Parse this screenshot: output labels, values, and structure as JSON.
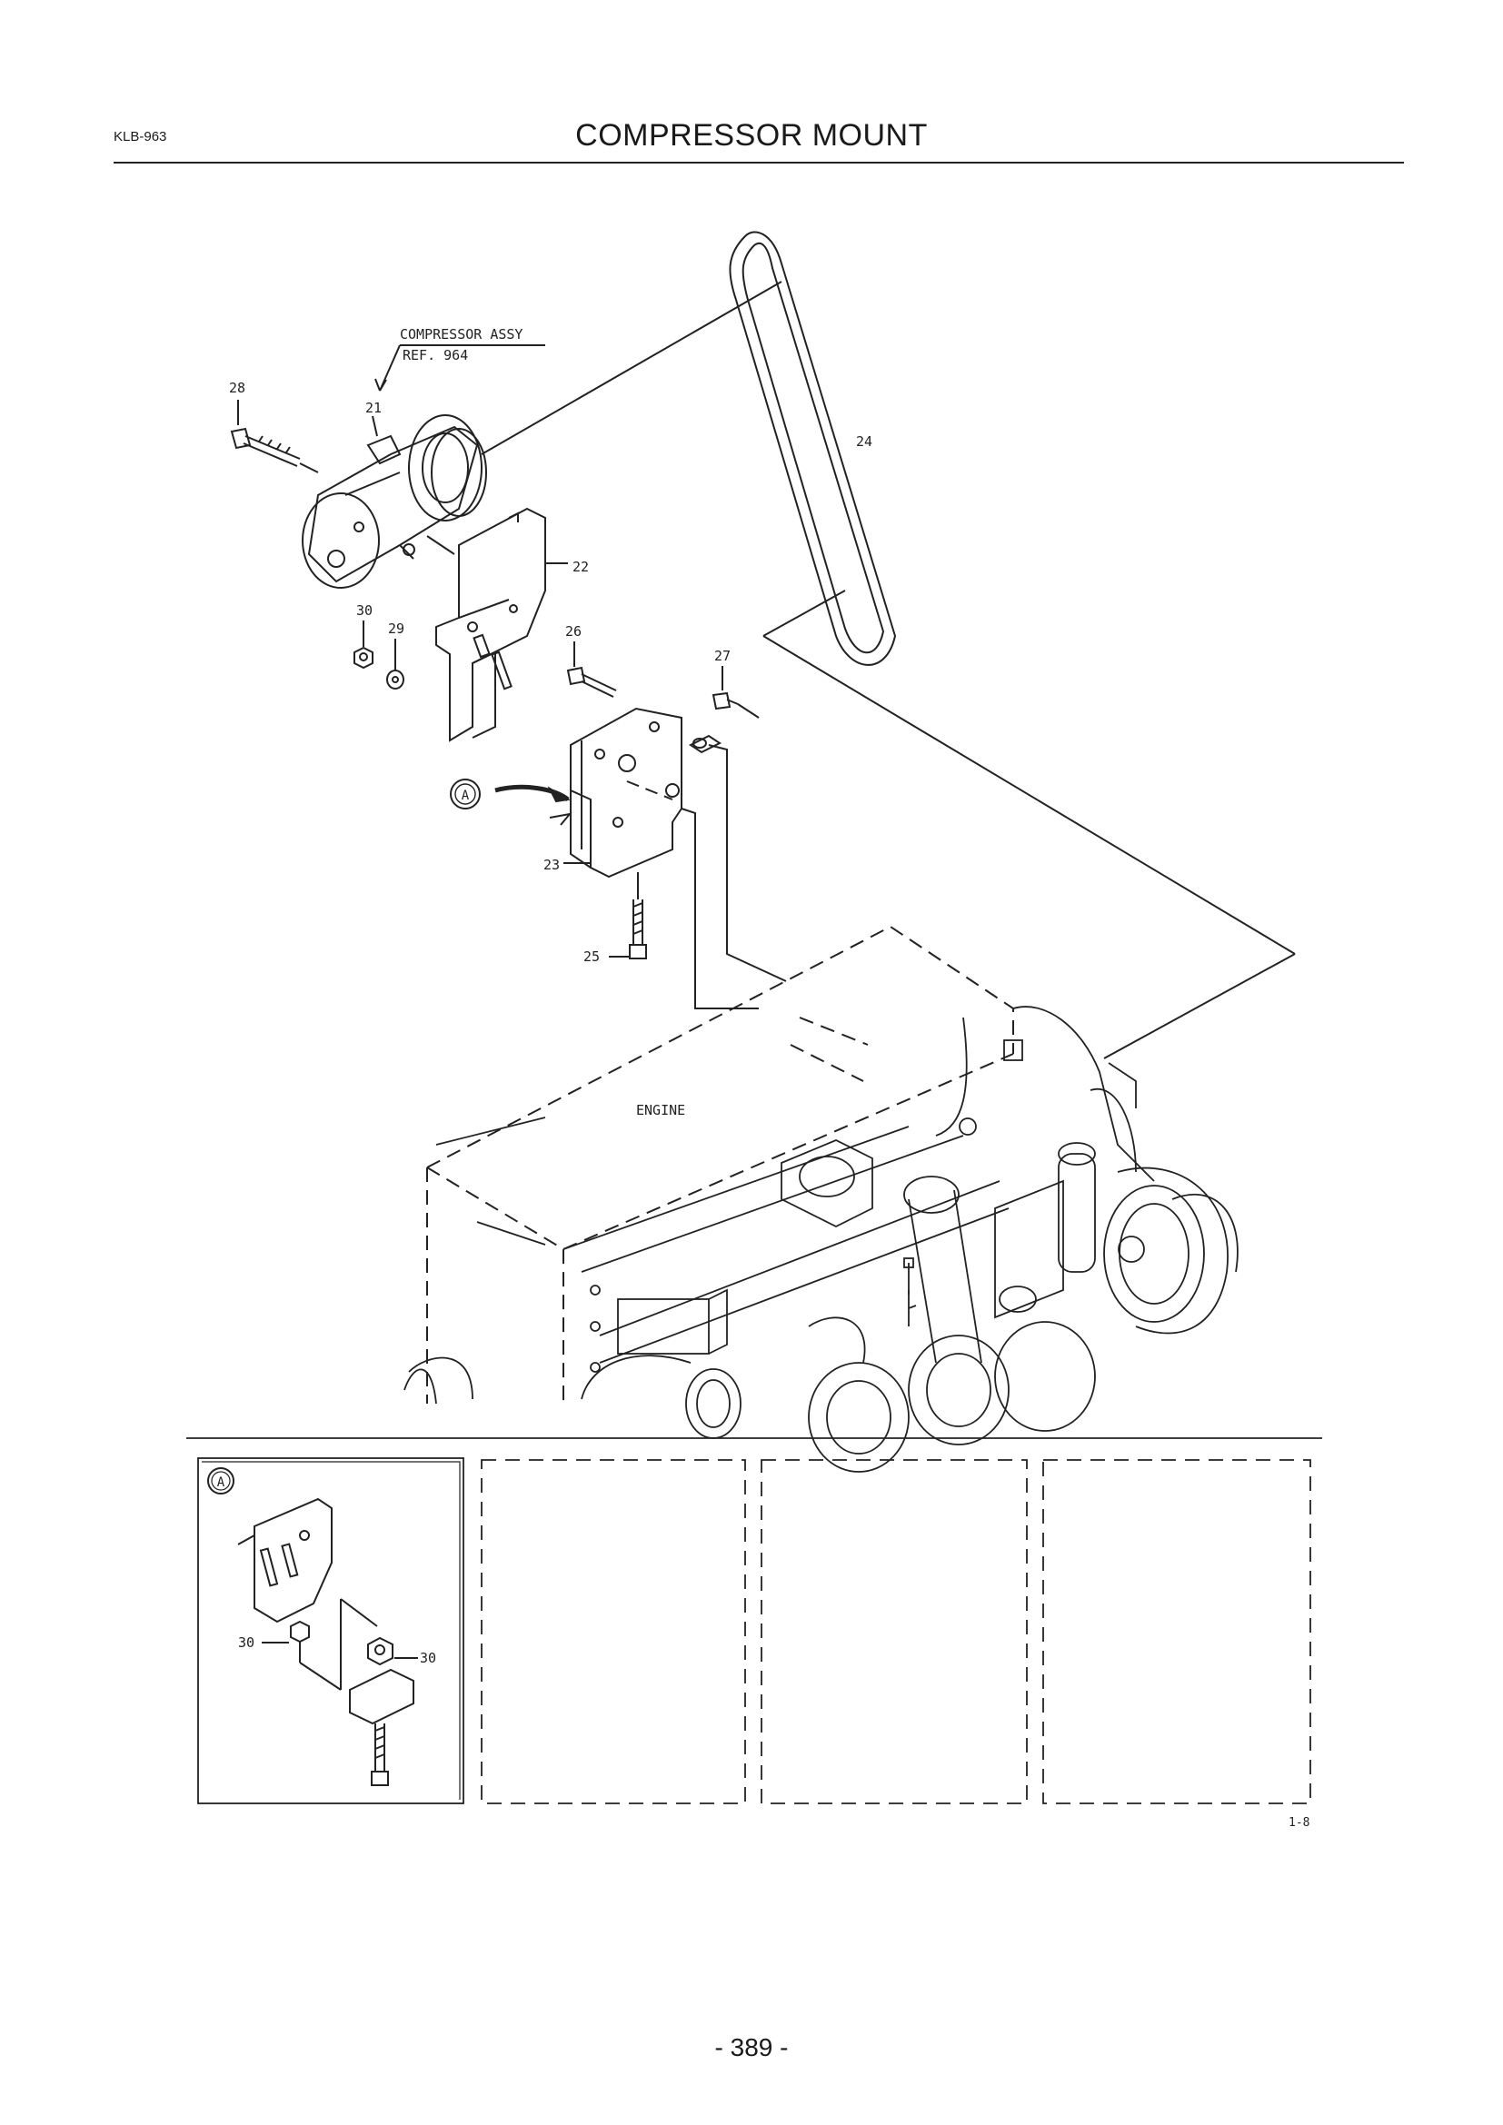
{
  "header": {
    "code": "KLB-963",
    "title": "COMPRESSOR MOUNT"
  },
  "callout": {
    "line1": "COMPRESSOR ASSY",
    "line2": "REF. 964"
  },
  "engine_label": "ENGINE",
  "parts": [
    "21",
    "22",
    "23",
    "24",
    "25",
    "26",
    "27",
    "28",
    "29",
    "30"
  ],
  "detail": {
    "marker": "A",
    "labels": [
      "30",
      "30"
    ]
  },
  "figure_code": "1-8",
  "page_number": "- 389 -"
}
